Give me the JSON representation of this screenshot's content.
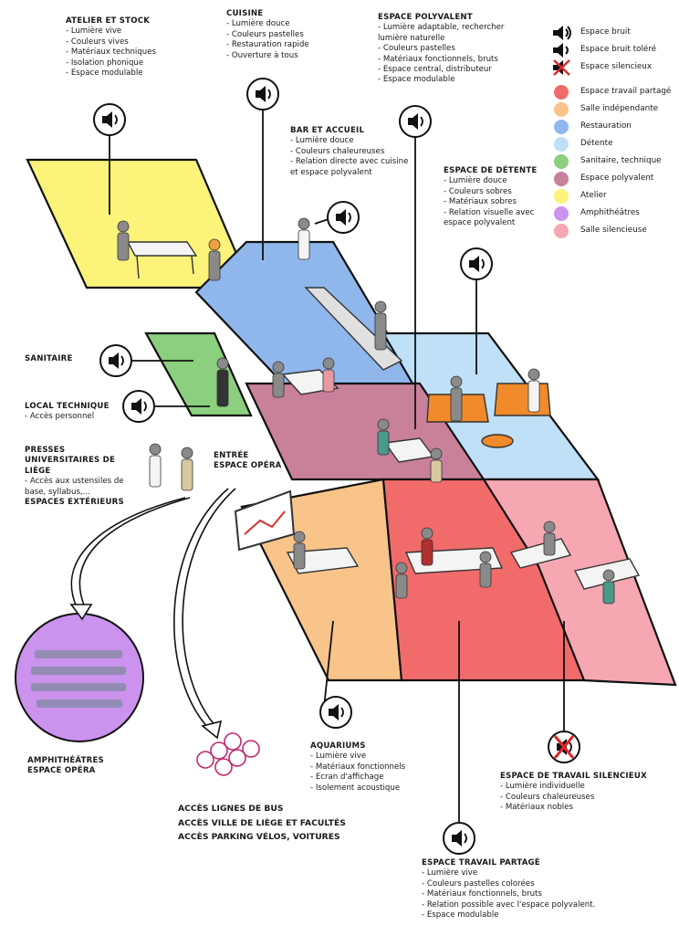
{
  "legend": {
    "sound": [
      {
        "label": "Espace bruit",
        "icon": "speaker-loud-icon"
      },
      {
        "label": "Espace bruit toléré",
        "icon": "speaker-soft-icon"
      },
      {
        "label": "Espace silencieux",
        "icon": "speaker-muted-icon"
      }
    ],
    "zones": [
      {
        "label": "Espace travail partagé",
        "color": "#f26b6b"
      },
      {
        "label": "Salle indépendante",
        "color": "#f9c48a"
      },
      {
        "label": "Restauration",
        "color": "#8fb7ec"
      },
      {
        "label": "Détente",
        "color": "#bfe0f7"
      },
      {
        "label": "Sanitaire, technique",
        "color": "#8ccf7e"
      },
      {
        "label": "Espace polyvalent",
        "color": "#c9809b"
      },
      {
        "label": "Atelier",
        "color": "#fbf37a"
      },
      {
        "label": "Amphithéâtres",
        "color": "#cb92ee"
      },
      {
        "label": "Salle silencieuse",
        "color": "#f6a7b2"
      }
    ]
  },
  "spaces": {
    "atelier": {
      "title": "Atelier et stock",
      "items": [
        "Lumière vive",
        "Couleurs vives",
        "Matériaux techniques",
        "Isolation phonique",
        "Espace modulable"
      ]
    },
    "cuisine": {
      "title": "Cuisine",
      "items": [
        "Lumière douce",
        "Couleurs pastelles",
        "Restauration rapide",
        "Ouverture à tous"
      ]
    },
    "polyvalent": {
      "title": "Espace polyvalent",
      "items": [
        "Lumière adaptable, rechercher lumière naturelle",
        "Couleurs pastelles",
        "Matériaux fonctionnels, bruts",
        "Espace central, distributeur",
        "Espace modulable"
      ]
    },
    "bar": {
      "title": "Bar et accueil",
      "items": [
        "Lumière douce",
        "Couleurs chaleureuses",
        "Relation directe avec cuisine et espace polyvalent"
      ]
    },
    "detente": {
      "title": "Espace de détente",
      "items": [
        "Lumière douce",
        "Couleurs sobres",
        "Matériaux sobres",
        "Relation visuelle avec espace polyvalent"
      ]
    },
    "sanitaire": {
      "title": "Sanitaire"
    },
    "local": {
      "title": "Local technique",
      "items": [
        "Accès personnel"
      ]
    },
    "presses": {
      "title": "Presses universitaires de Liège",
      "items": [
        "Accès aux ustensiles de base, syllabus,..."
      ],
      "extra": "Espaces extérieurs"
    },
    "entree": {
      "line1": "Entrée",
      "line2": "Espace opéra"
    },
    "amphi": {
      "line1": "Amphithéâtres",
      "line2": "Espace opéra"
    },
    "aquariums": {
      "title": "Aquariums",
      "items": [
        "Lumière vive",
        "Matériaux fonctionnels",
        "Ecran d'affichage",
        "Isolement acoustique"
      ]
    },
    "silencieux": {
      "title": "Espace de travail silencieux",
      "items": [
        "Lumière individuelle",
        "Couleurs chaleureuses",
        "Matériaux nobles"
      ]
    },
    "partage": {
      "title": "Espace travail partagé",
      "items": [
        "Lumière vive",
        "Couleurs pastelles colorées",
        "Matériaux fonctionnels, bruts",
        "Relation possible avec l'espace polyvalent.",
        "Espace modulable"
      ]
    }
  },
  "access": [
    "Accès lignes de bus",
    "Accès ville de Liège et facultés",
    "Accès parking vélos, voitures"
  ]
}
